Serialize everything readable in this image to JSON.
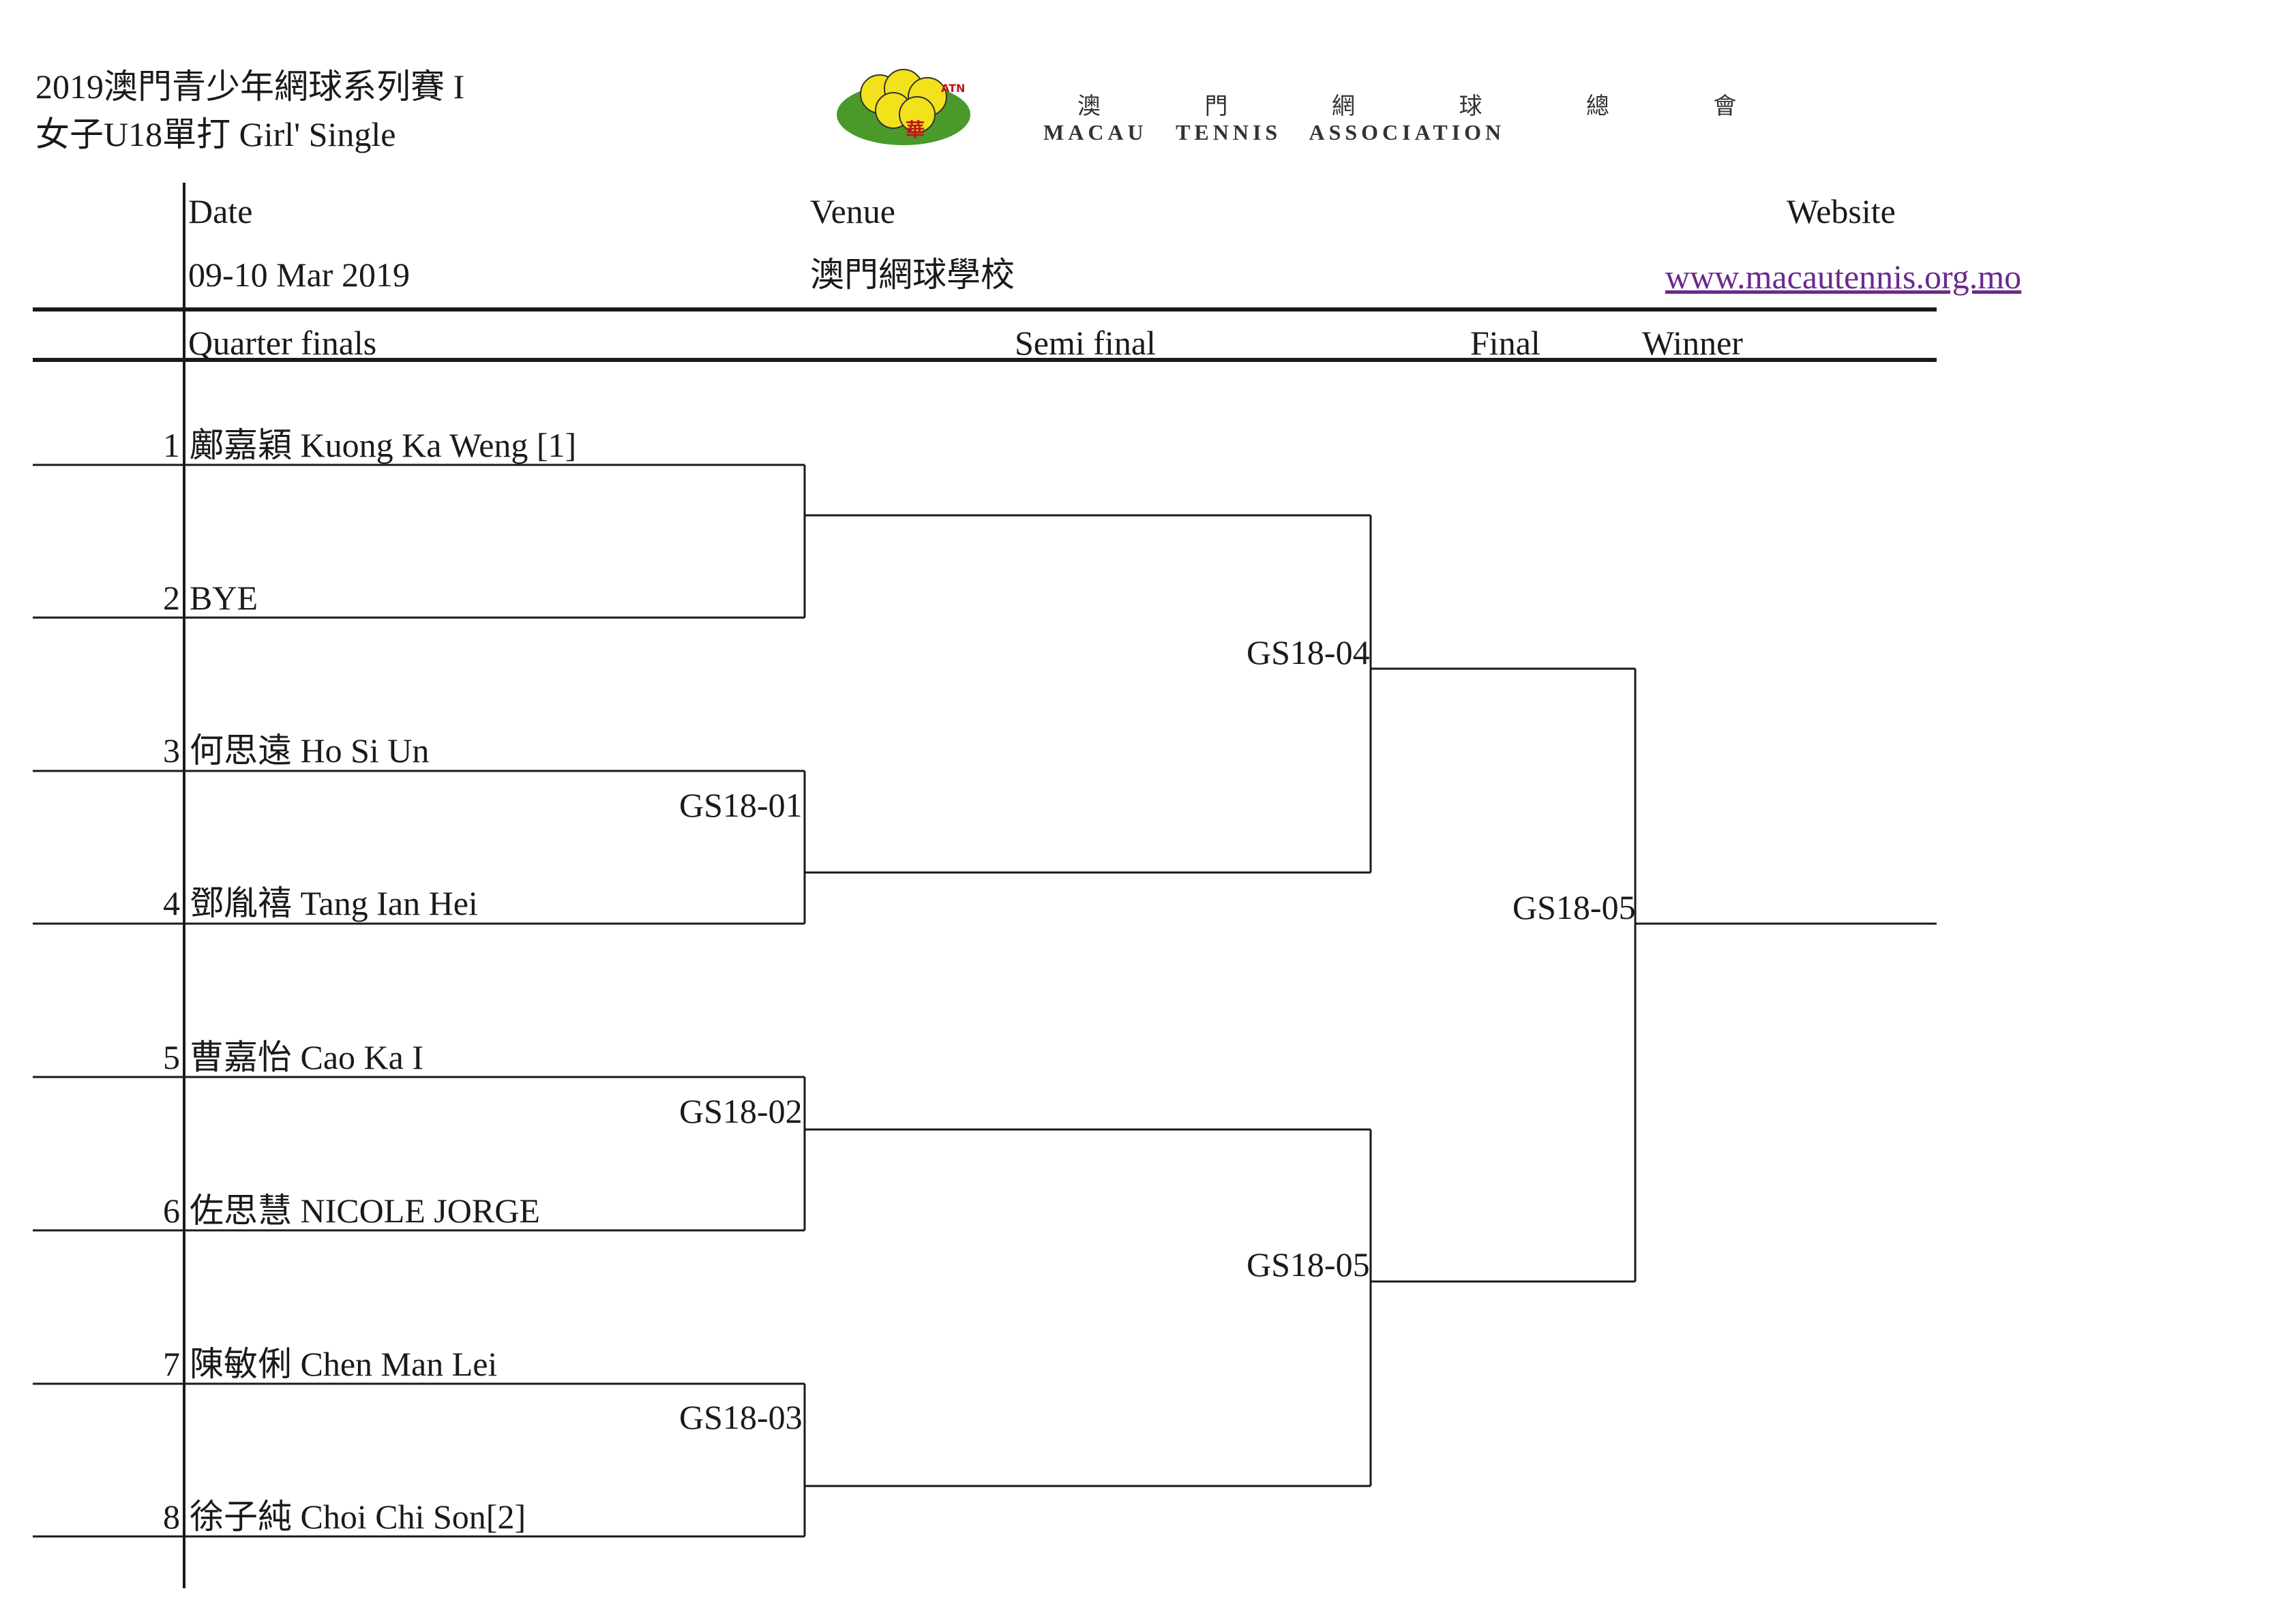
{
  "header": {
    "title_line1": "2019澳門青少年網球系列賽 I",
    "title_line2": "女子U18單打 Girl' Single",
    "logo": {
      "name_cn": "澳 門 網 球 總 會",
      "name_en": "MACAU TENNIS ASSOCIATION"
    }
  },
  "info": {
    "date_label": "Date",
    "date_value": "09-10 Mar 2019",
    "venue_label": "Venue",
    "venue_value": "澳門網球學校",
    "website_label": "Website",
    "website_value": "www.macautennis.org.mo"
  },
  "columns": {
    "quarter": "Quarter finals",
    "semi": "Semi final",
    "final": "Final",
    "winner": "Winner"
  },
  "players": [
    {
      "seed": "1",
      "name": "鄺嘉穎 Kuong Ka Weng [1]"
    },
    {
      "seed": "2",
      "name": "BYE"
    },
    {
      "seed": "3",
      "name": "何思遠  Ho Si Un"
    },
    {
      "seed": "4",
      "name": "鄧胤禧 Tang Ian Hei"
    },
    {
      "seed": "5",
      "name": "曹嘉怡 Cao Ka I"
    },
    {
      "seed": "6",
      "name": "佐思慧 NICOLE JORGE"
    },
    {
      "seed": "7",
      "name": "陳敏俐 Chen Man Lei"
    },
    {
      "seed": "8",
      "name": "徐子純 Choi Chi Son[2]"
    }
  ],
  "matches": {
    "qf2": "GS18-01",
    "qf3": "GS18-02",
    "qf4": "GS18-03",
    "sf1": "GS18-04",
    "sf2": "GS18-05",
    "final": "GS18-05"
  },
  "colors": {
    "logo_green": "#4a9a2a",
    "logo_yellow": "#f2e21b",
    "link": "#6b2a8c"
  }
}
